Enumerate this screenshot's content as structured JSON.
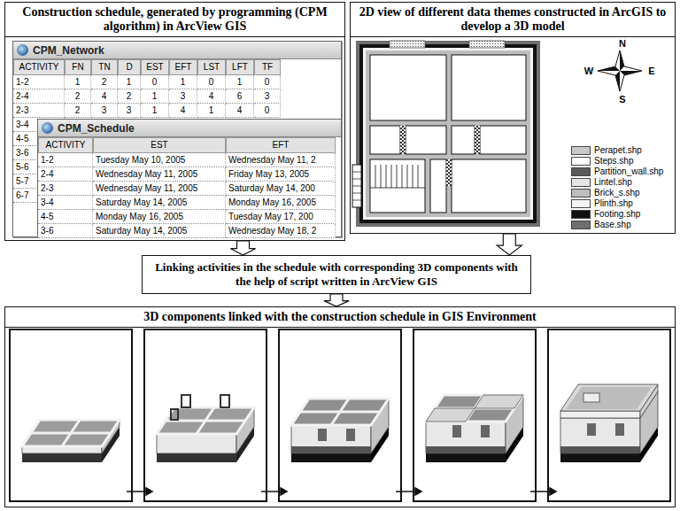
{
  "diagram": {
    "nodes": [
      {
        "text": [
          "Construction schedule, generated by programming (CPM algorithm) in ArcView GIS"
        ]
      },
      {
        "text": [
          "CPM_Network"
        ],
        "in": 0
      },
      {
        "text": [
          "CPM_Schedule"
        ],
        "in": 0
      },
      {
        "text": [
          "2D view of different data themes constructed in ArcGIS to develop a 3D model"
        ]
      },
      {
        "text": [
          "Linking activities in the schedule with corresponding 3D components with the help of script written in ArcView GIS"
        ]
      },
      {
        "text": [
          "3D components linked with the construction schedule in GIS Environment"
        ]
      }
    ],
    "edges": [
      {
        "from": 0,
        "to": 4,
        "arrow": "to"
      },
      {
        "from": 3,
        "to": 4,
        "arrow": "to"
      },
      {
        "from": 4,
        "to": 5,
        "arrow": "to"
      }
    ],
    "labels": [
      "ACTIVITY",
      "FN",
      "TN",
      "D",
      "EST",
      "EFT",
      "LST",
      "LFT",
      "TF",
      "1-2",
      "1",
      "2",
      "1",
      "0",
      "1",
      "0",
      "1",
      "0",
      "2-4",
      "2",
      "4",
      "2",
      "1",
      "3",
      "4",
      "6",
      "3",
      "2-3",
      "2",
      "3",
      "3",
      "1",
      "4",
      "1",
      "4",
      "0",
      "3-4",
      "4-5",
      "3-6",
      "5-6",
      "5-7",
      "6-7",
      "ACTIVITY",
      "EST",
      "EFT",
      "1-2",
      "Tuesday May 10, 2005",
      "Wednesday May 11, 2",
      "2-4",
      "Wednesday May 11, 2005",
      "Friday May 13, 2005",
      "2-3",
      "Wednesday May 11, 2005",
      "Saturday May 14, 200",
      "3-4",
      "Saturday May 14, 2005",
      "Monday May 16, 2005",
      "4-5",
      "Monday May 16, 2005",
      "Tuesday May 17, 200",
      "3-6",
      "Saturday May 14, 2005",
      "Wednesday May 18, 2",
      "N",
      "W",
      "E",
      "S"
    ],
    "legend": [
      {
        "text": "Perapet.shp",
        "color": "#c8c8c8"
      },
      {
        "text": "Steps.shp",
        "color": "#ffffff"
      },
      {
        "text": "Partition_wall.shp",
        "color": "#5a5a5a"
      },
      {
        "text": "Lintel.shp",
        "color": "#e6e6e6"
      },
      {
        "text": "Brick_s.shp",
        "color": "#bdbdbd"
      },
      {
        "text": "Plinth.shp",
        "color": "#f5f5f5"
      },
      {
        "text": "Footing.shp",
        "color": "#111111"
      },
      {
        "text": "Base.shp",
        "color": "#6e6e6e"
      }
    ]
  }
}
